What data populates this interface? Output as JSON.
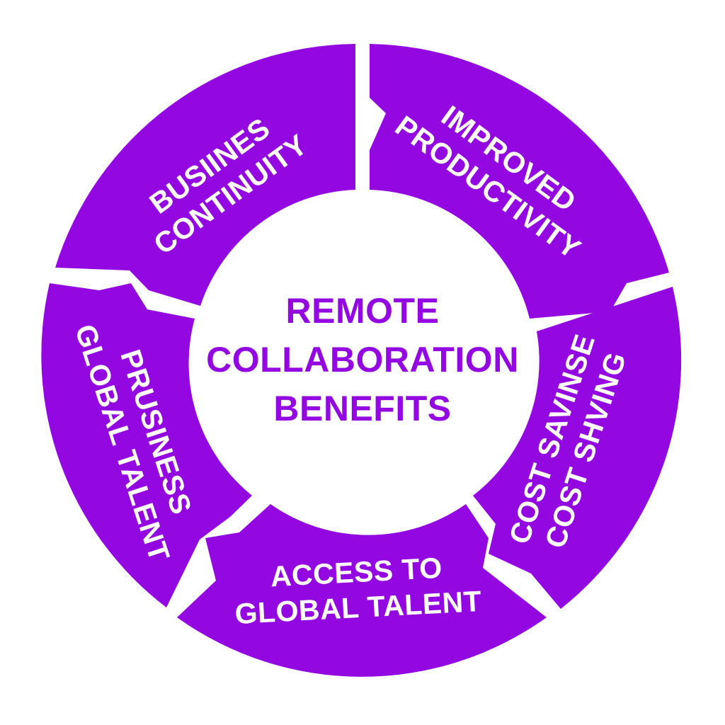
{
  "colors": {
    "segment": "#9308e0",
    "center_text": "#9308e0",
    "background": "#ffffff",
    "label_text": "#ffffff"
  },
  "center": {
    "line1": "REMOTE",
    "line2": "COLLABORATION",
    "line3": "BENEFITS"
  },
  "segments": [
    {
      "line1": "BUSIINES",
      "line2": "CONTINUITY"
    },
    {
      "line1": "IMPROVED",
      "line2": "PRODUCTIVITY"
    },
    {
      "line1": "COST SAVINSE",
      "line2": "COST SHVING"
    },
    {
      "line1": "ACCESS TO",
      "line2": "GLOBAL TALENT"
    },
    {
      "line1": "PRUSINESS",
      "line2": "GLOBAL TALENT"
    }
  ]
}
